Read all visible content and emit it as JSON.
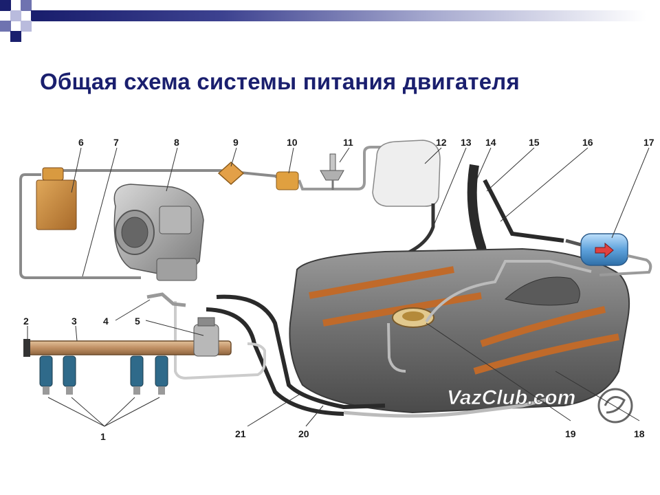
{
  "title": "Общая схема системы питания двигателя",
  "watermark": "VazClub.com",
  "colors": {
    "title": "#1a1f6e",
    "accent_dark": "#1a1f6e",
    "accent_mid": "#6f73b0",
    "tank": "#7d7d7d",
    "tank_stripe": "#c06a2a",
    "filter": "#6aa8e0",
    "canister": "#c9843a",
    "rail": "#c9a07a",
    "injector": "#2f6a8a"
  },
  "callouts": [
    "1",
    "2",
    "3",
    "4",
    "5",
    "6",
    "7",
    "8",
    "9",
    "10",
    "11",
    "12",
    "13",
    "14",
    "15",
    "16",
    "17",
    "18",
    "19",
    "20",
    "21"
  ]
}
